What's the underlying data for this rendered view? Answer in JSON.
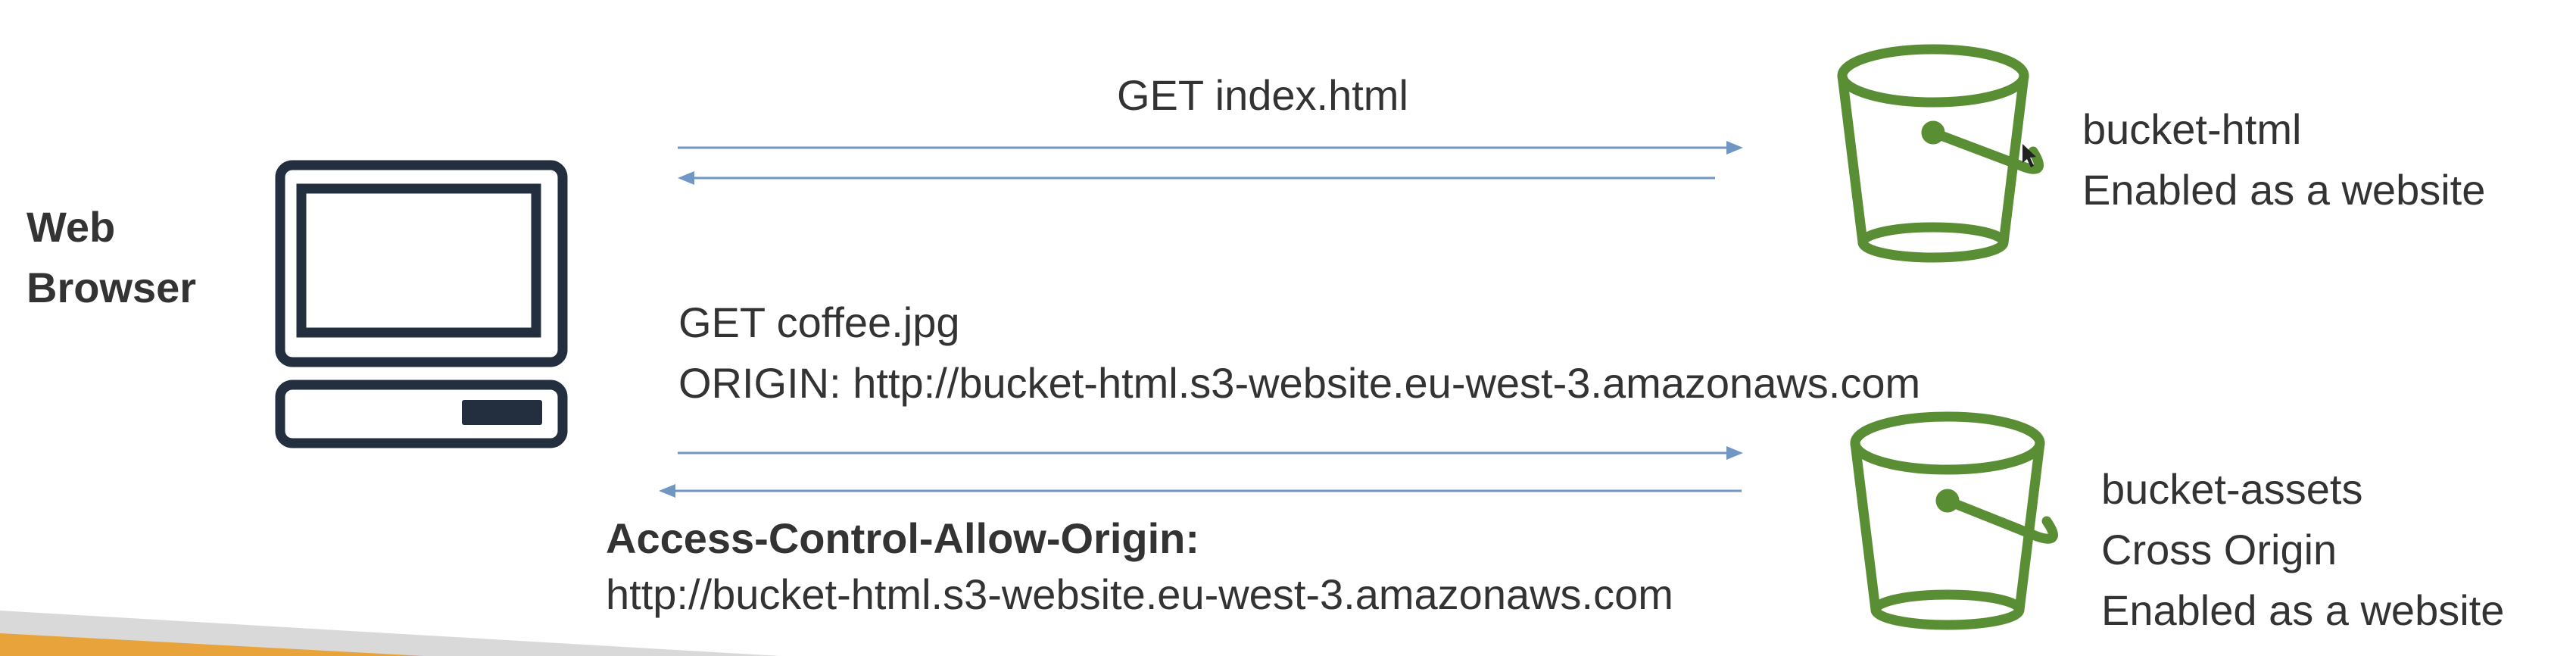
{
  "browser": {
    "label_line1": "Web",
    "label_line2": "Browser"
  },
  "request1": {
    "label": "GET index.html"
  },
  "bucket_html": {
    "name": "bucket-html",
    "status": "Enabled as a website"
  },
  "request2": {
    "line1": "GET coffee.jpg",
    "line2": "ORIGIN: http://bucket-html.s3-website.eu-west-3.amazonaws.com"
  },
  "response2": {
    "header": "Access-Control-Allow-Origin:",
    "value": "http://bucket-html.s3-website.eu-west-3.amazonaws.com"
  },
  "bucket_assets": {
    "name": "bucket-assets",
    "cors": "Cross Origin",
    "status": "Enabled as a website"
  },
  "colors": {
    "bucket_green": "#5a8e34",
    "arrow_blue": "#7096c4",
    "computer_navy": "#232f3e",
    "text": "#333333",
    "accent_orange": "#e8a33a",
    "accent_gray": "#d9d9d9"
  }
}
